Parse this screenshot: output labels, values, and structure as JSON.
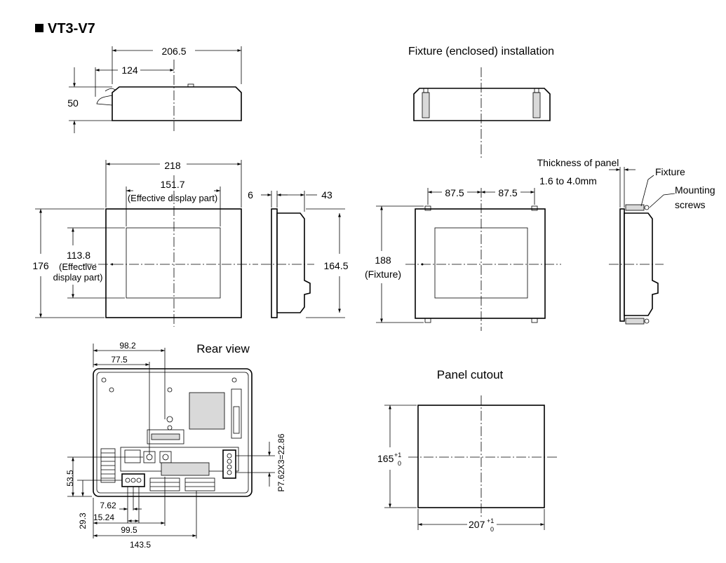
{
  "title": "VT3-V7",
  "headings": {
    "fixture_installation": "Fixture (enclosed) installation",
    "rear_view": "Rear view",
    "panel_cutout": "Panel cutout"
  },
  "dimensions": {
    "top_width": "206.5",
    "top_offset": "124",
    "top_depth": "50",
    "front_width": "218",
    "display_width": "151.7",
    "display_width_note": "(Effective display part)",
    "front_height": "176",
    "display_height": "113.8",
    "display_height_note_1": "(Effective",
    "display_height_note_2": "display part)",
    "side_bezel": "6",
    "side_depth": "43",
    "side_height": "164.5",
    "fixture_half_left": "87.5",
    "fixture_half_right": "87.5",
    "fixture_height": "188",
    "fixture_height_note": "(Fixture)",
    "panel_thickness_label": "Thickness of panel",
    "panel_thickness_range": "1.6 to 4.0mm",
    "fixture_label": "Fixture",
    "mounting_label_1": "Mounting",
    "mounting_label_2": "screws",
    "rear_982": "98.2",
    "rear_775": "77.5",
    "rear_535": "53.5",
    "rear_293": "29.3",
    "rear_762": "7.62",
    "rear_1524": "15.24",
    "rear_995": "99.5",
    "rear_1435": "143.5",
    "rear_pitch": "P7.62X3=22.86",
    "cutout_height": "165",
    "cutout_width": "207",
    "tol_upper": "+1",
    "tol_lower": "0"
  }
}
